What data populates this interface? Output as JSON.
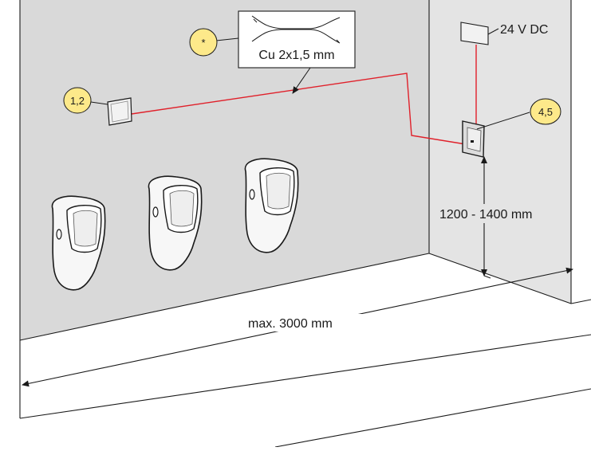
{
  "badges": {
    "b1": "1,2",
    "b2": "4,5",
    "star": "*"
  },
  "labels": {
    "cable": "Cu 2x1,5 mm",
    "power": "24 V DC",
    "height": "1200 - 1400 mm",
    "width": "max. 3000 mm"
  },
  "colors": {
    "wire": "#e0202a",
    "badge_fill": "#fde98a",
    "line": "#1a1a1a",
    "wall": "#d9d9d9",
    "side_wall": "#e3e3e3"
  }
}
